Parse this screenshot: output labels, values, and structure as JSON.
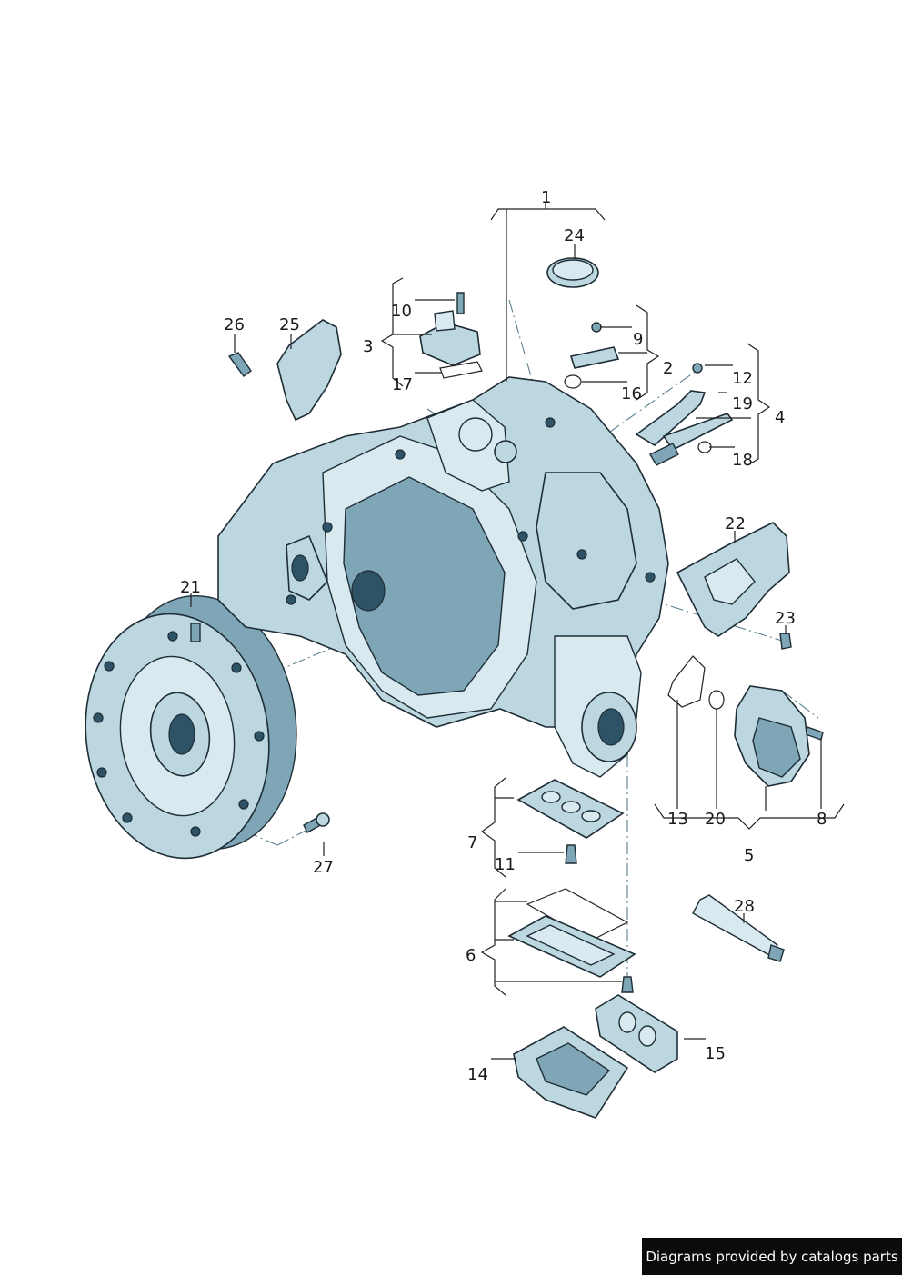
{
  "diagram": {
    "callouts": [
      "1",
      "2",
      "3",
      "4",
      "5",
      "6",
      "7",
      "8",
      "9",
      "10",
      "11",
      "12",
      "13",
      "14",
      "15",
      "16",
      "17",
      "18",
      "19",
      "20",
      "21",
      "22",
      "23",
      "24",
      "25",
      "26",
      "27",
      "28"
    ]
  },
  "footer": {
    "text": "Diagrams provided by catalogs parts"
  },
  "colors": {
    "metal": "#bcd7e0",
    "shade": "#7fa6b6",
    "line": "#222222",
    "footer_bg": "#0b0b0b"
  }
}
